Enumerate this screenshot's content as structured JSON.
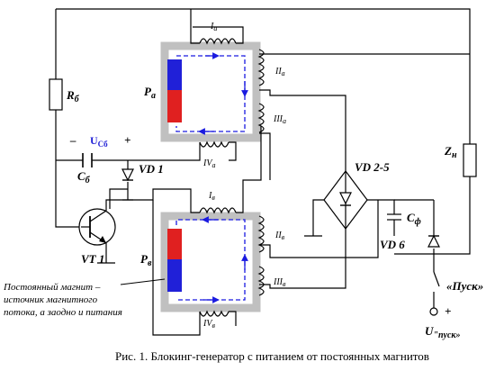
{
  "labels": {
    "rb": "R",
    "rb_sub": "б",
    "ucb_minus": "–",
    "ucb": "U",
    "ucb_sub": "Cб",
    "ucb_plus": "+",
    "cb": "C",
    "cb_sub": "б",
    "vd1": "VD 1",
    "vt1": "VT 1",
    "pa": "P",
    "pa_sub": "а",
    "pb": "P",
    "pb_sub": "в",
    "ia": "I",
    "ia_sub": "а",
    "iia": "II",
    "iia_sub": "а",
    "iiia": "III",
    "iiia_sub": "а",
    "iva": "IV",
    "iva_sub": "а",
    "ib": "I",
    "ib_sub": "в",
    "iib": "II",
    "iib_sub": "в",
    "iiib": "III",
    "iiib_sub": "в",
    "ivb": "IV",
    "ivb_sub": "в",
    "vd25": "VD 2-5",
    "cf": "C",
    "cf_sub": "ф",
    "vd6": "VD 6",
    "zn": "Z",
    "zn_sub": "н",
    "pusk": "«Пуск»",
    "plus_supply": "+",
    "u_supply": "U",
    "u_supply_sub": "\"пуск»"
  },
  "note": [
    "Постоянный магнит –",
    "источник магнитного",
    "потока, а заодно и питания"
  ],
  "caption": "Рис. 1. Блокинг-генератор с питанием от постоянных магнитов",
  "colors": {
    "core": "#c0c0c0",
    "magnet_north": "#e02020",
    "magnet_south": "#2020d8",
    "flux": "#1a1ae0",
    "wire": "#000000"
  }
}
